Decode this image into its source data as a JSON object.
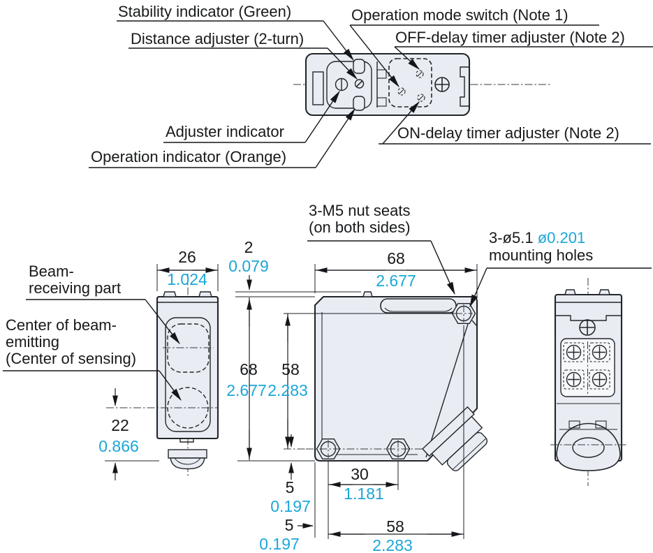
{
  "callouts": {
    "stability": "Stability indicator (Green)",
    "distance_adjuster": "Distance adjuster (2-turn)",
    "operation_mode": "Operation mode switch (Note 1)",
    "off_delay": "OFF-delay timer adjuster (Note 2)",
    "adjuster_indicator": "Adjuster indicator",
    "operation_indicator": "Operation indicator (Orange)",
    "on_delay": "ON-delay timer adjuster (Note 2)"
  },
  "annotations": {
    "nut_seats": [
      "3-M5 nut seats",
      "(on both sides)"
    ],
    "mounting": {
      "prefix": "3-ø5.1",
      "dia_inch": "ø0.201",
      "line2": "mounting holes"
    },
    "beam_receiving": [
      "Beam-",
      "receiving part"
    ],
    "beam_center": [
      "Center of beam-",
      "emitting",
      "(Center of sensing)"
    ]
  },
  "dimensions": {
    "front_width": {
      "mm": "26",
      "in": "1.024"
    },
    "cap_gap": {
      "mm": "2",
      "in": "0.079"
    },
    "body_width": {
      "mm": "68",
      "in": "2.677"
    },
    "body_height": {
      "mm": "68",
      "in": "2.677"
    },
    "hole_span_vert": {
      "mm": "58",
      "in": "2.283"
    },
    "beam_center_height": {
      "mm": "22",
      "in": "0.866"
    },
    "hole_bottom_offset": {
      "mm": "5",
      "in": "0.197"
    },
    "hole_pitch": {
      "mm": "30",
      "in": "1.181"
    },
    "hole_left_offset": {
      "mm": "5",
      "in": "0.197"
    },
    "hole_span_horiz": {
      "mm": "58",
      "in": "2.283"
    }
  },
  "colors": {
    "line": "#22262a",
    "body_fill": "#e9edf3",
    "inch_text": "#1ba6d7",
    "mm_text": "#17191b"
  }
}
